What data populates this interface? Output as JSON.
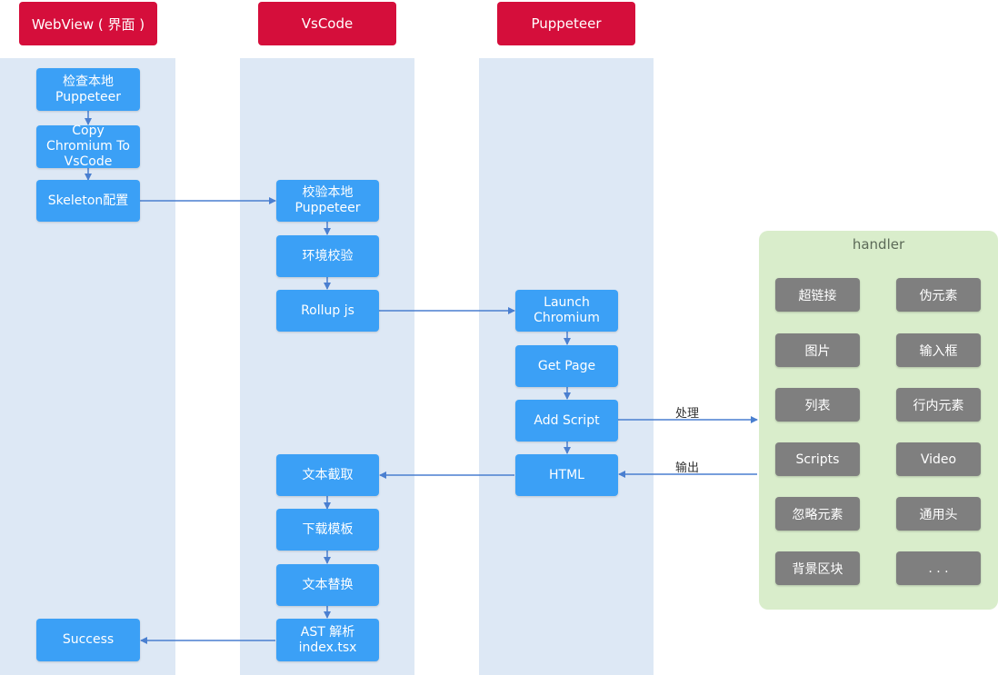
{
  "lanes": [
    {
      "key": "webview",
      "title": "WebView ( 界面 )"
    },
    {
      "key": "vscode",
      "title": "VsCode"
    },
    {
      "key": "puppeteer",
      "title": "Puppeteer"
    }
  ],
  "webview_nodes": {
    "check_local": "检查本地\nPuppeteer",
    "copy_chromium": "Copy\nChromium To\nVsCode",
    "skeleton_config": "Skeleton配置",
    "success": "Success"
  },
  "vscode_nodes": {
    "verify_local": "校验本地\nPuppeteer",
    "env_check": "环境校验",
    "rollup": "Rollup js",
    "text_extract": "文本截取",
    "download_template": "下载模板",
    "text_replace": "文本替换",
    "ast_parse": "AST 解析\nindex.tsx"
  },
  "puppeteer_nodes": {
    "launch": "Launch\nChromium",
    "get_page": "Get Page",
    "add_script": "Add Script",
    "html": "HTML"
  },
  "edge_labels": {
    "process": "处理",
    "output": "输出"
  },
  "handler": {
    "title": "handler",
    "items": [
      "超链接",
      "伪元素",
      "图片",
      "输入框",
      "列表",
      "行内元素",
      "Scripts",
      "Video",
      "忽略元素",
      "通用头",
      "背景区块",
      ". . ."
    ]
  },
  "colors": {
    "header": "#d50e3b",
    "lane": "#dde8f5",
    "node": "#3ba0f6",
    "arrow": "#4a7fd0",
    "handler_bg": "#d9edcb",
    "handler_item": "#7f7f7f"
  }
}
